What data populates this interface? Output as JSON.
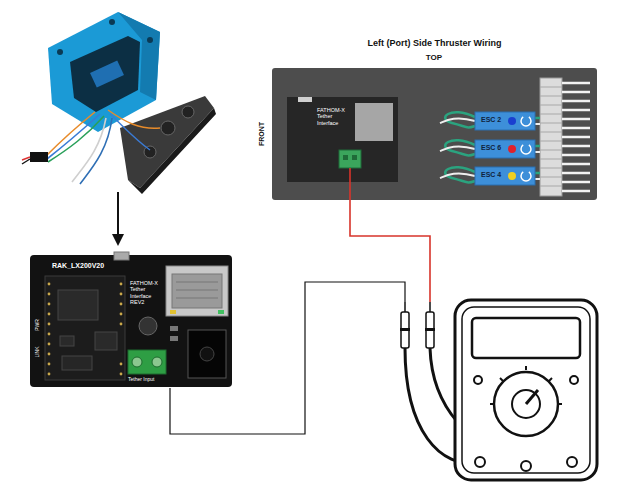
{
  "diagram": {
    "nodes": [
      {
        "text": [
          "Left (Port) Side Thruster Wiring"
        ]
      },
      {
        "text": [
          "FATHOM-X Tether Interface"
        ],
        "in": 0
      },
      {
        "text": [
          "ESC 2"
        ],
        "in": 0
      },
      {
        "text": [
          "ESC 6"
        ],
        "in": 0
      },
      {
        "text": [
          "ESC 4"
        ],
        "in": 0
      },
      {
        "text": [
          "FATHOM-X Tether Interface REV2"
        ]
      }
    ],
    "labels": [
      "TOP",
      "FRONT",
      "RAK_LX200V20",
      "LINK",
      "PWR",
      "Tether Input"
    ]
  }
}
